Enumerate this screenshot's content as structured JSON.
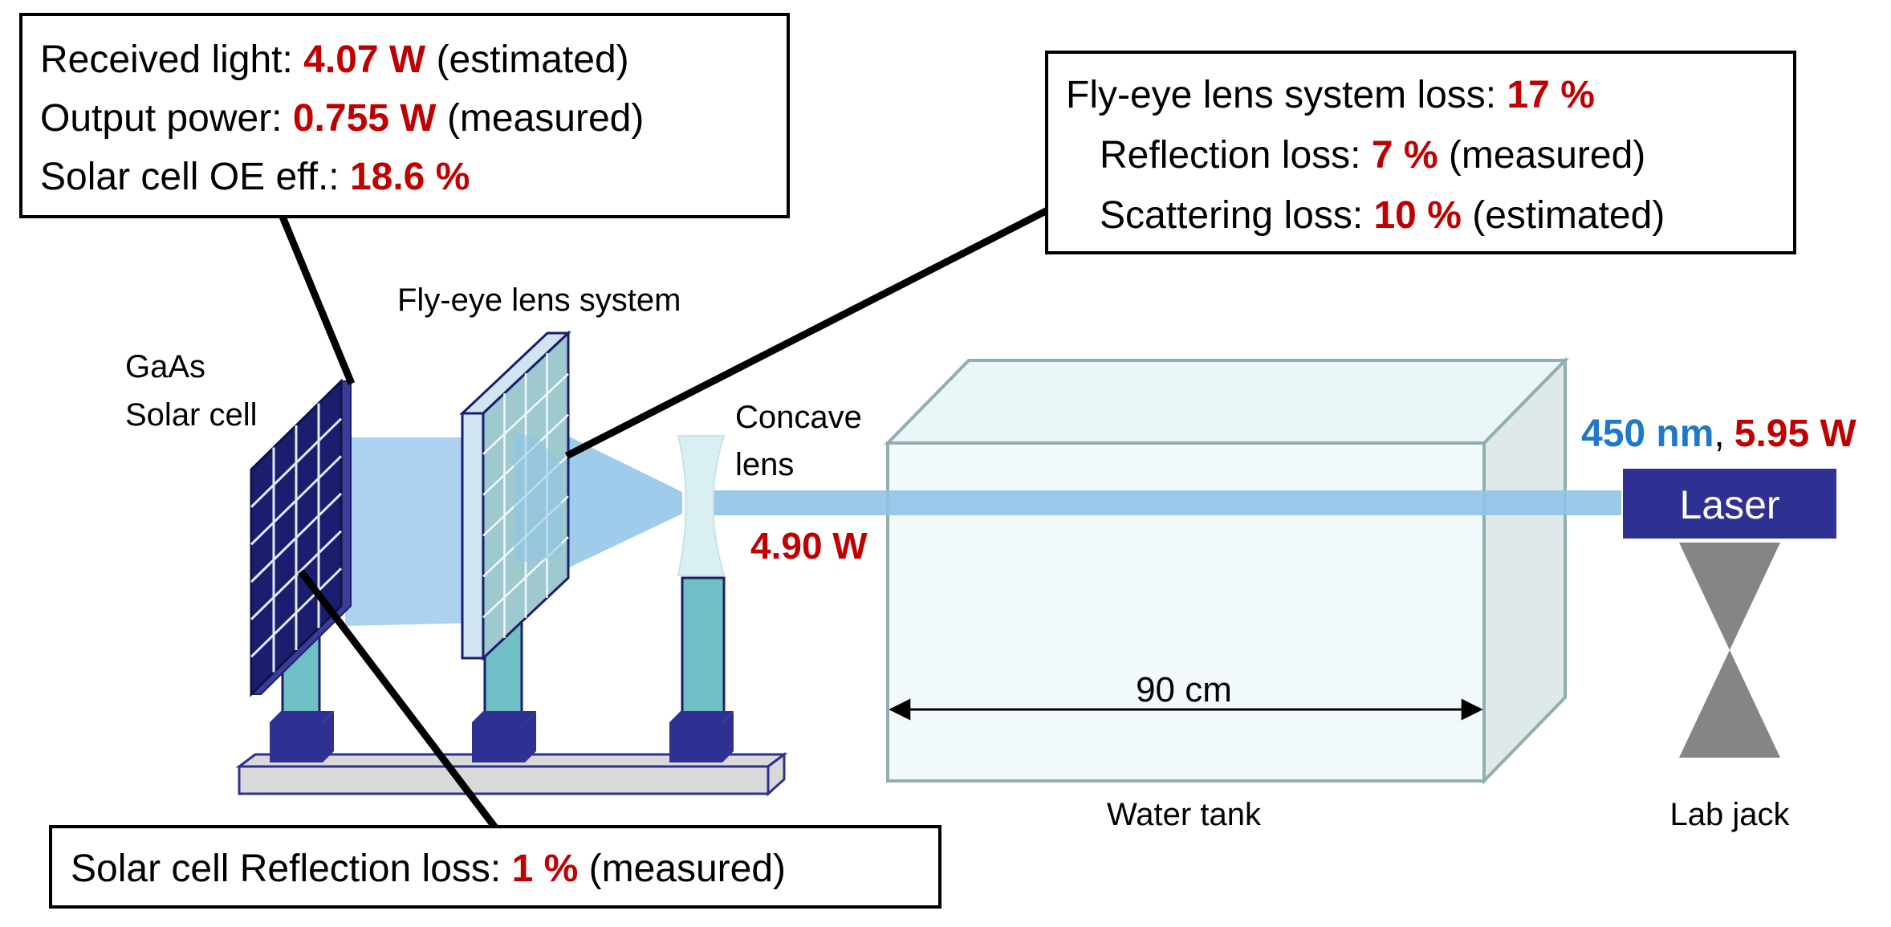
{
  "colors": {
    "value_red": "#c00000",
    "wavelength_blue": "#1f78c8",
    "cell_navy": "#1b1e6e",
    "post_teal": "#6fbfc4",
    "beam_blue": "#8fc3e8",
    "tank_fill": "#eaf6f7",
    "tank_edge": "#92aeb0",
    "jack_gray": "#858585",
    "laser_blue": "#2e3192",
    "rail_gray": "#d9d9d9"
  },
  "callouts": {
    "solar_cell_box": {
      "line1": {
        "label": "Received light: ",
        "value": "4.07 W",
        "note": " (estimated)"
      },
      "line2": {
        "label": "Output power: ",
        "value": "0.755 W",
        "note": " (measured)"
      },
      "line3": {
        "label": "Solar cell OE eff.: ",
        "value": "18.6 %",
        "note": ""
      }
    },
    "lens_loss_box": {
      "line1": {
        "label": "Fly-eye lens system loss: ",
        "value": "17 %",
        "note": ""
      },
      "line2": {
        "label": "Reflection loss: ",
        "value": "7 %",
        "note": " (measured)"
      },
      "line3": {
        "label": "Scattering loss: ",
        "value": "10 %",
        "note": " (estimated)"
      }
    },
    "reflection_box": {
      "line1": {
        "label": "Solar cell Reflection loss: ",
        "value": "1 %",
        "note": " (measured)"
      }
    }
  },
  "labels": {
    "solar_cell_1": "GaAs",
    "solar_cell_2": "Solar cell",
    "fly_eye": "Fly-eye lens system",
    "concave_1": "Concave",
    "concave_2": "lens",
    "after_lens_power": "4.90 W",
    "wavelength": "450 nm",
    "separator": ",",
    "laser_power": "5.95 W",
    "laser": "Laser",
    "tank_length": "90 cm",
    "water_tank": "Water tank",
    "lab_jack": "Lab jack"
  }
}
